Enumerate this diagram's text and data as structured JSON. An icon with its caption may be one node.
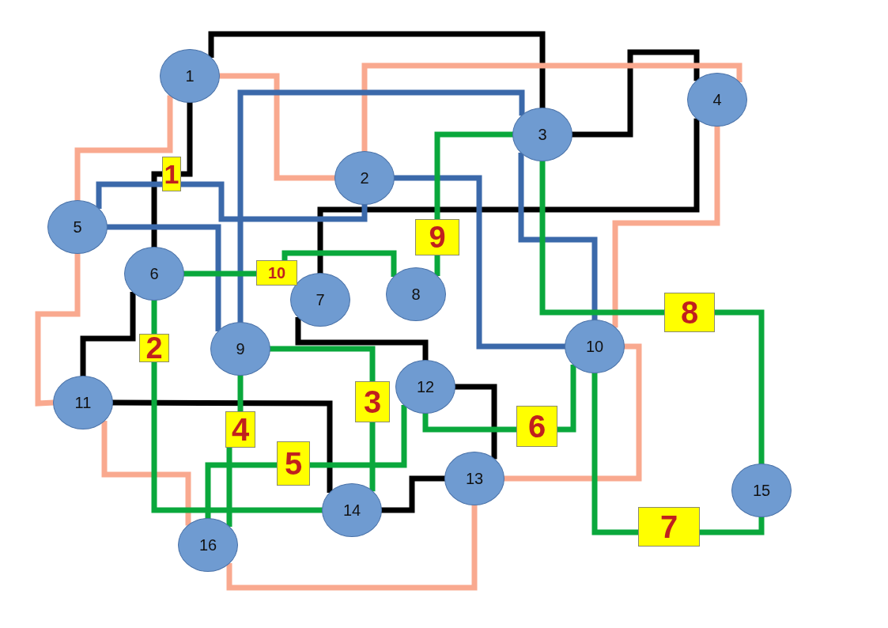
{
  "diagram": {
    "nodes": [
      {
        "text": [
          "1"
        ]
      },
      {
        "text": [
          "2"
        ]
      },
      {
        "text": [
          "3"
        ]
      },
      {
        "text": [
          "4"
        ]
      },
      {
        "text": [
          "5"
        ]
      },
      {
        "text": [
          "6"
        ]
      },
      {
        "text": [
          "7"
        ]
      },
      {
        "text": [
          "8"
        ]
      },
      {
        "text": [
          "9"
        ]
      },
      {
        "text": [
          "10"
        ]
      },
      {
        "text": [
          "11"
        ]
      },
      {
        "text": [
          "12"
        ]
      },
      {
        "text": [
          "13"
        ]
      },
      {
        "text": [
          "14"
        ]
      },
      {
        "text": [
          "15"
        ]
      },
      {
        "text": [
          "16"
        ]
      }
    ],
    "edges": [
      {
        "from": 0,
        "to": 2,
        "arrow": "none",
        "color": "#000000"
      },
      {
        "from": 0,
        "to": 5,
        "arrow": "none",
        "color": "#000000",
        "label": "1"
      },
      {
        "from": 2,
        "to": 3,
        "arrow": "none",
        "color": "#000000"
      },
      {
        "from": 3,
        "to": 6,
        "arrow": "none",
        "color": "#000000"
      },
      {
        "from": 5,
        "to": 10,
        "arrow": "none",
        "color": "#000000"
      },
      {
        "from": 10,
        "to": 13,
        "arrow": "none",
        "color": "#000000"
      },
      {
        "from": 6,
        "to": 11,
        "arrow": "none",
        "color": "#000000"
      },
      {
        "from": 11,
        "to": 12,
        "arrow": "none",
        "color": "#000000"
      },
      {
        "from": 13,
        "to": 12,
        "arrow": "none",
        "color": "#000000"
      },
      {
        "from": 0,
        "to": 1,
        "arrow": "none",
        "color": "#f9a98f"
      },
      {
        "from": 0,
        "to": 4,
        "arrow": "none",
        "color": "#f9a98f"
      },
      {
        "from": 1,
        "to": 3,
        "arrow": "none",
        "color": "#f9a98f"
      },
      {
        "from": 3,
        "to": 9,
        "arrow": "none",
        "color": "#f9a98f"
      },
      {
        "from": 4,
        "to": 10,
        "arrow": "none",
        "color": "#f9a98f"
      },
      {
        "from": 10,
        "to": 15,
        "arrow": "none",
        "color": "#f9a98f"
      },
      {
        "from": 9,
        "to": 12,
        "arrow": "none",
        "color": "#f9a98f"
      },
      {
        "from": 12,
        "to": 15,
        "arrow": "none",
        "color": "#f9a98f"
      },
      {
        "from": 4,
        "to": 1,
        "arrow": "none",
        "color": "#3b69aa"
      },
      {
        "from": 4,
        "to": 8,
        "arrow": "none",
        "color": "#3b69aa"
      },
      {
        "from": 8,
        "to": 2,
        "arrow": "none",
        "color": "#3b69aa"
      },
      {
        "from": 2,
        "to": 9,
        "arrow": "none",
        "color": "#3b69aa"
      },
      {
        "from": 1,
        "to": 9,
        "arrow": "none",
        "color": "#3b69aa"
      },
      {
        "from": 2,
        "to": 7,
        "arrow": "none",
        "color": "#0aa83c",
        "label": "9"
      },
      {
        "from": 5,
        "to": 7,
        "arrow": "none",
        "color": "#0aa83c",
        "label": "10"
      },
      {
        "from": 5,
        "to": 13,
        "arrow": "none",
        "color": "#0aa83c",
        "label": "2"
      },
      {
        "from": 8,
        "to": 13,
        "arrow": "none",
        "color": "#0aa83c",
        "label": "3"
      },
      {
        "from": 8,
        "to": 15,
        "arrow": "none",
        "color": "#0aa83c",
        "label": "4"
      },
      {
        "from": 11,
        "to": 15,
        "arrow": "none",
        "color": "#0aa83c",
        "label": "5"
      },
      {
        "from": 11,
        "to": 9,
        "arrow": "none",
        "color": "#0aa83c",
        "label": "6"
      },
      {
        "from": 9,
        "to": 14,
        "arrow": "none",
        "color": "#0aa83c",
        "label": "7"
      },
      {
        "from": 2,
        "to": 14,
        "arrow": "none",
        "color": "#0aa83c",
        "label": "8"
      }
    ]
  }
}
